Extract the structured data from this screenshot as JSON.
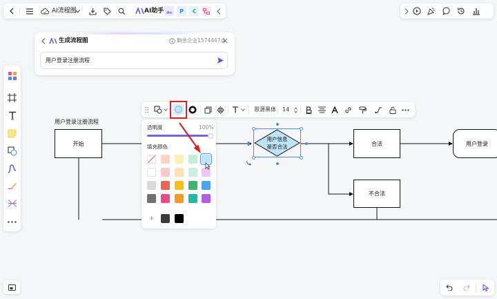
{
  "colors": {
    "accent": "#6b4de6",
    "selection": "#4a90e2",
    "highlight": "#e02020",
    "diamond_fill": "#bde4f8"
  },
  "topbar": {
    "doc_title": "AI流程图",
    "ai_label": "AI助手"
  },
  "gen_panel": {
    "title": "生成流程图",
    "credits": "剩余企业1574447点",
    "prompt": "用户登录注册流程"
  },
  "format_toolbar": {
    "font_name": "思源黑体",
    "font_size": "14"
  },
  "color_popup": {
    "opacity_label": "透明度",
    "opacity_value": "100%",
    "opacity_level": 1.0,
    "fill_label": "填充颜色",
    "add_symbol": "+",
    "swatches": [
      [
        "none",
        "#fbd4c4",
        "#fdf0b3",
        "#c4efd3",
        "#bde4f8"
      ],
      [
        "#ffffff",
        "#f9c9cf",
        "#fde0b0",
        "#c8efe2",
        "#ecc6f4"
      ],
      [
        "#d9d9d9",
        "#ea6556",
        "#f2c21b",
        "#3db56b",
        "#4aa3f0"
      ],
      [
        "#707070",
        "#e94c87",
        "#f59a23",
        "#20b8a8",
        "#b55de0"
      ]
    ],
    "recent": [
      "#3a3a3a",
      "#000000"
    ]
  },
  "canvas": {
    "flow_label": "用户登录注册流程",
    "nodes": {
      "start": "开始",
      "check_line1": "用户信息",
      "check_line2": "是否合法",
      "valid": "合法",
      "login": "用户登录",
      "invalid": "不合法"
    }
  }
}
